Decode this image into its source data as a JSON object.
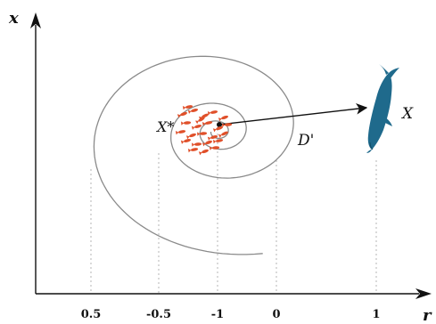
{
  "axes": {
    "y_label": "x",
    "x_label": "r",
    "ticks": [
      {
        "label": "0.5",
        "name": "tick-0-5"
      },
      {
        "label": "-0.5",
        "name": "tick-minus-0-5"
      },
      {
        "label": "-1",
        "name": "tick-minus-1"
      },
      {
        "label": "0",
        "name": "tick-0"
      },
      {
        "label": "1",
        "name": "tick-1"
      }
    ]
  },
  "labels": {
    "prey_position": "X*",
    "distance": "D'",
    "whale_position": "X"
  },
  "icons": {
    "predator": "whale-icon",
    "prey": "fish-school-icon"
  },
  "colors": {
    "whale": "#1f6a8c",
    "fish": "#e0502a",
    "spiral": "#8a8a8a",
    "guide": "#b5b5b5",
    "axis": "#111111"
  }
}
